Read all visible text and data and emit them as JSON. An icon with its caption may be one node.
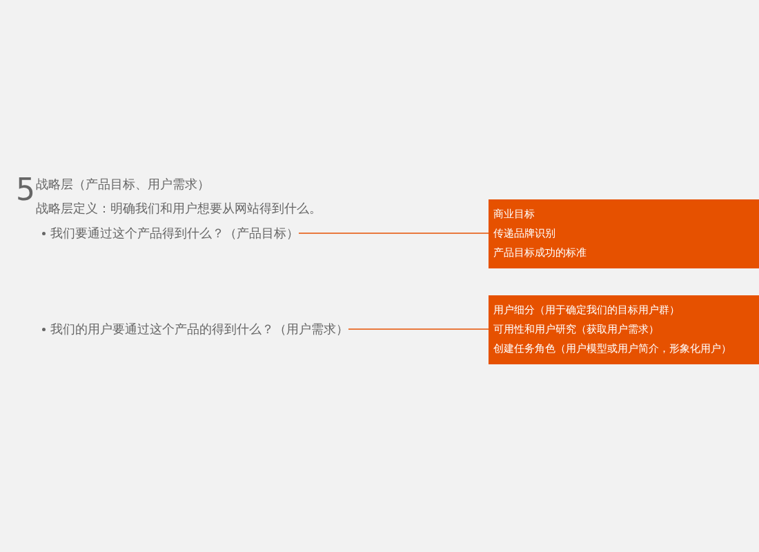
{
  "diagram": {
    "title": "战略层（产品目标、用户需求）",
    "nodes": [
      {
        "text": [
          "我们要通过这个产品得到什么？（产品目标）"
        ]
      },
      {
        "text": [
          "商业目标",
          "传递品牌识别",
          "产品目标成功的标准"
        ]
      },
      {
        "text": [
          "我们的用户要通过这个产品的得到什么？（用户需求）"
        ]
      },
      {
        "text": [
          "用户细分（用于确定我们的目标用户群）",
          "可用性和用户研究（获取用户需求）",
          "创建任务角色（用户模型或用户简介，形象化用户）"
        ]
      }
    ],
    "edges": [
      {
        "from": 0,
        "to": 1,
        "arrow": "none"
      },
      {
        "from": 2,
        "to": 3,
        "arrow": "none"
      }
    ],
    "labels": [
      "5",
      "战略层定义：明确我们和用户想要从网站得到什么。"
    ]
  }
}
